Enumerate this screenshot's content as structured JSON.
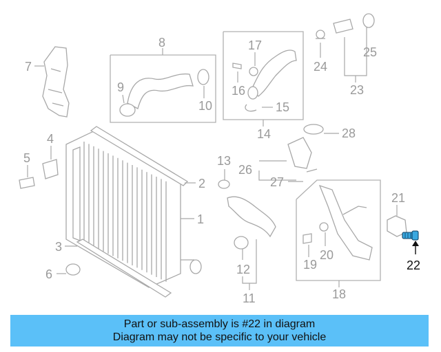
{
  "callouts": {
    "c1": "1",
    "c2": "2",
    "c3": "3",
    "c4": "4",
    "c5": "5",
    "c6": "6",
    "c7": "7",
    "c8": "8",
    "c9": "9",
    "c10": "10",
    "c11": "11",
    "c12": "12",
    "c13": "13",
    "c14": "14",
    "c15": "15",
    "c16": "16",
    "c17": "17",
    "c18": "18",
    "c19": "19",
    "c20": "20",
    "c21": "21",
    "c22": "22",
    "c23": "23",
    "c24": "24",
    "c25": "25",
    "c26": "26",
    "c27": "27",
    "c28": "28"
  },
  "highlighted_part": "22",
  "banner": {
    "line1": "Part or sub-assembly is #22 in diagram",
    "line2": "Diagram may not be specific to your vehicle"
  },
  "colors": {
    "banner": "#5bc0f8",
    "highlight_part": "#3aa8e0",
    "diagram_lines": "#a8a8a8"
  }
}
